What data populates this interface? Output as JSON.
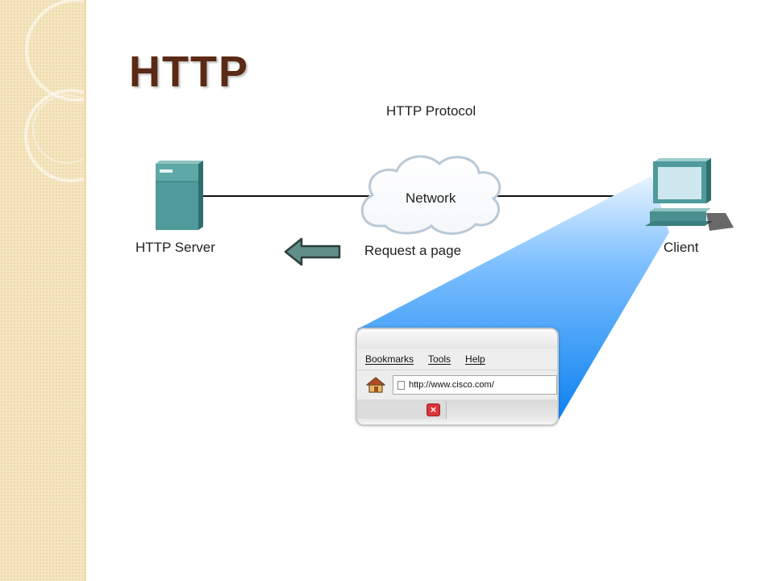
{
  "slide": {
    "title": "HTTP"
  },
  "diagram": {
    "protocol_label": "HTTP Protocol",
    "network_label": "Network",
    "server_label": "HTTP Server",
    "request_label": "Request a page",
    "client_label": "Client"
  },
  "browser": {
    "menu": [
      "Bookmarks",
      "Tools",
      "Help"
    ],
    "url": "http://www.cisco.com/"
  },
  "colors": {
    "title": "#5a2a16",
    "beam": "#1e90ff",
    "server": "#4f9a9a",
    "arrow": "#5f8f88",
    "band": "#f5e6bf"
  },
  "icons": [
    "server-icon",
    "cloud-icon",
    "computer-icon",
    "left-arrow-icon",
    "home-icon",
    "page-icon",
    "close-icon"
  ]
}
